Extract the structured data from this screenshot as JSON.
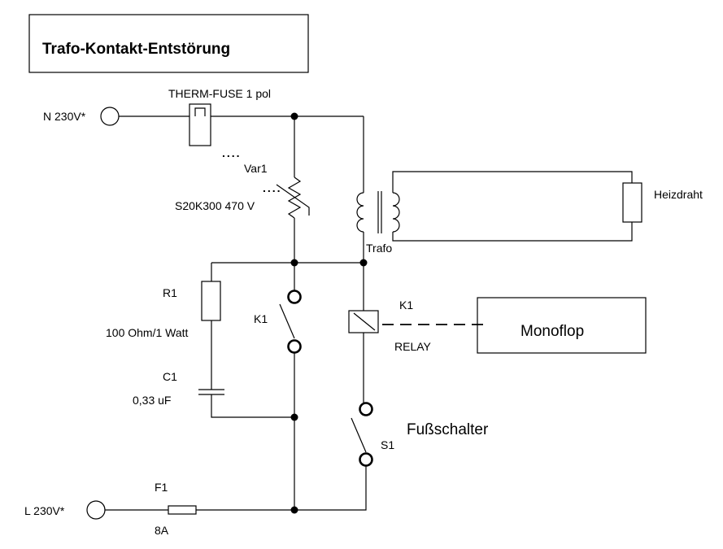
{
  "title": "Trafo-Kontakt-Entstörung",
  "labels": {
    "n_input": "N 230V*",
    "l_input": "L  230V*",
    "therm_fuse": "THERM-FUSE 1 pol",
    "var1": "Var1",
    "var1_value": "S20K300 470 V",
    "trafo": "Trafo",
    "heizdraht": "Heizdraht",
    "r1": "R1",
    "r1_value": "100 Ohm/1 Watt",
    "c1": "C1",
    "c1_value": "0,33 uF",
    "k1_contact": "K1",
    "k1_relay": "K1",
    "relay": "RELAY",
    "monoflop": "Monoflop",
    "fussschalter": "Fußschalter",
    "s1": "S1",
    "f1": "F1",
    "f1_value": "8A",
    "dots_top": "....",
    "dots_mid": "...."
  }
}
